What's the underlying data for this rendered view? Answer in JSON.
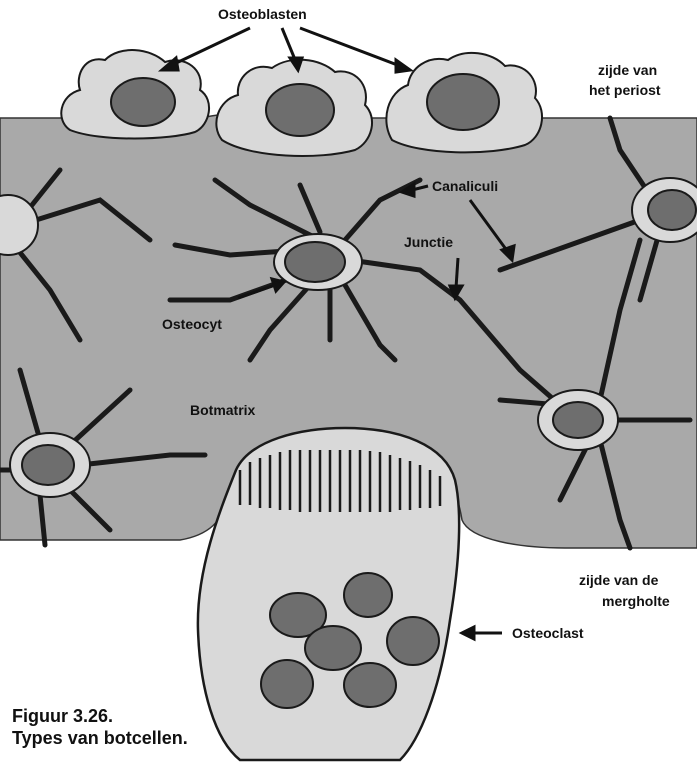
{
  "labels": {
    "osteoblasts": "Osteoblasten",
    "periosteum_side_line1": "zijde van",
    "periosteum_side_line2": "het periost",
    "canaliculi": "Canaliculi",
    "junction": "Junctie",
    "osteocyte": "Osteocyt",
    "bone_matrix": "Botmatrix",
    "marrow_side_line1": "zijde van de",
    "marrow_side_line2": "mergholte",
    "osteoclast": "Osteoclast"
  },
  "caption": {
    "line1": "Figuur 3.26.",
    "line2": "Types van botcellen."
  },
  "colors": {
    "background": "#ffffff",
    "matrix": "#a9a9a9",
    "cell_fill": "#d9d9d9",
    "nucleus": "#6e6e6e",
    "outline": "#1a1a1a"
  }
}
